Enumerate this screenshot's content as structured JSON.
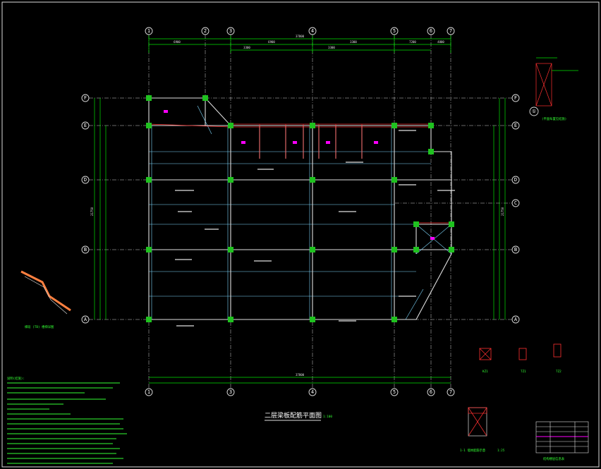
{
  "drawing": {
    "title": "二层梁板配筋平面图",
    "scale": "1:100",
    "grid_x": [
      "1",
      "2",
      "3",
      "4",
      "5",
      "6",
      "7"
    ],
    "grid_y": [
      "F",
      "E",
      "D",
      "C",
      "B",
      "A"
    ],
    "total_length": "37800",
    "total_width": "21750",
    "top_dims": [
      "6900",
      "6900",
      "3300",
      "3300",
      "3300",
      "7200",
      "4800"
    ],
    "notes_title": "说明(结施):",
    "details": {
      "stair": "梯段 (TB) 楼梯详图",
      "section": "①",
      "section_caption": "(平面布置见结施)",
      "kz1": "KZ1",
      "tz1": "TZ1",
      "tz2": "TZ2",
      "bottom_detail": "1-1 墙体配筋示意",
      "bottom_detail_scale": "1:25"
    },
    "table_label": "结构楼层信息表"
  },
  "colors": {
    "background": "#000000",
    "dimension": "#00e000",
    "column": "#1fc21f",
    "hatch": "#ff3030",
    "magenta": "#ff00ff",
    "text": "#e8e8e8"
  }
}
